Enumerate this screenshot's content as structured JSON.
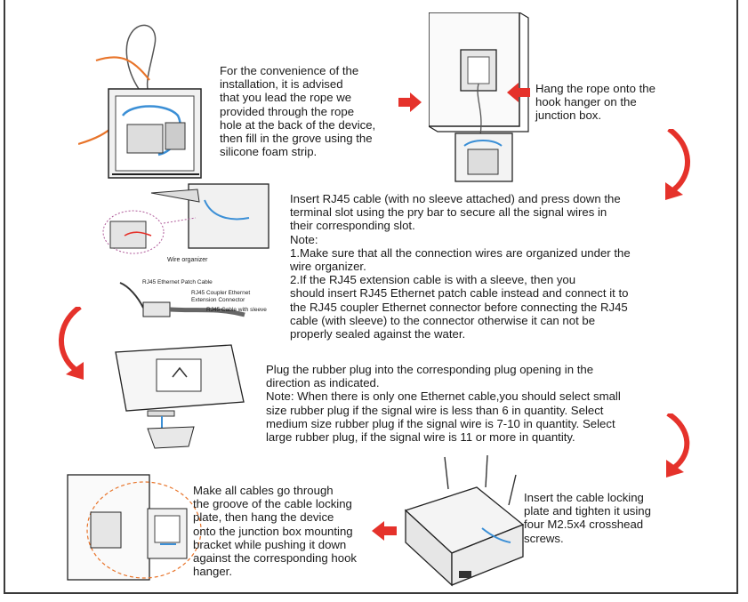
{
  "steps": {
    "rope_lead": "For the convenience of the\ninstallation, it is advised\nthat you lead the rope we\nprovided through the rope\nhole at the back of the device,\nthen fill in the grove using the\nsilicone foam strip.",
    "hang_rope": "Hang the rope onto the\nhook hanger on the\njunction box.",
    "rj45": "Insert RJ45 cable (with no sleeve attached) and press down the\nterminal slot using the pry bar to secure all the signal wires in\ntheir corresponding slot.\nNote:\n1.Make sure that all the connection wires are organized under the\nwire organizer.\n2.If the RJ45 extension cable is with a sleeve, then you\nshould insert RJ45 Ethernet patch cable instead and connect it to\nthe RJ45 coupler Ethernet connector before connecting the RJ45\ncable (with sleeve) to the connector otherwise it can not be\nproperly sealed against the water.",
    "rubber_plug": "Plug the rubber plug into the corresponding plug opening in the\ndirection as indicated.\nNote: When there is only one Ethernet cable,you should select small\nsize rubber plug if the signal wire is less than 6 in quantity. Select\nmedium size rubber plug if the signal wire is 7-10 in quantity. Select\nlarge rubber plug, if the signal wire is 11 or more in quantity.",
    "locking_plate": "Insert the cable locking\nplate and tighten it using\nfour M2.5x4 crosshead\nscrews.",
    "mount": "Make all cables go through\nthe groove of the cable locking\nplate, then hang the device\nonto the junction box mounting\nbracket while pushing it down\nagainst the corresponding hook\nhanger."
  },
  "labels": {
    "wire_organizer": "Wire organizer",
    "patch_cable": "RJ45 Ethernet Patch Cable",
    "coupler": "RJ45 Coupler Ethernet\nExtension Connector",
    "cable_sleeve": "RJ45 Cable with sleeve"
  },
  "colors": {
    "arrow_red": "#e5322b",
    "rope_orange": "#e8742a",
    "wire_blue": "#3b8fd6"
  }
}
